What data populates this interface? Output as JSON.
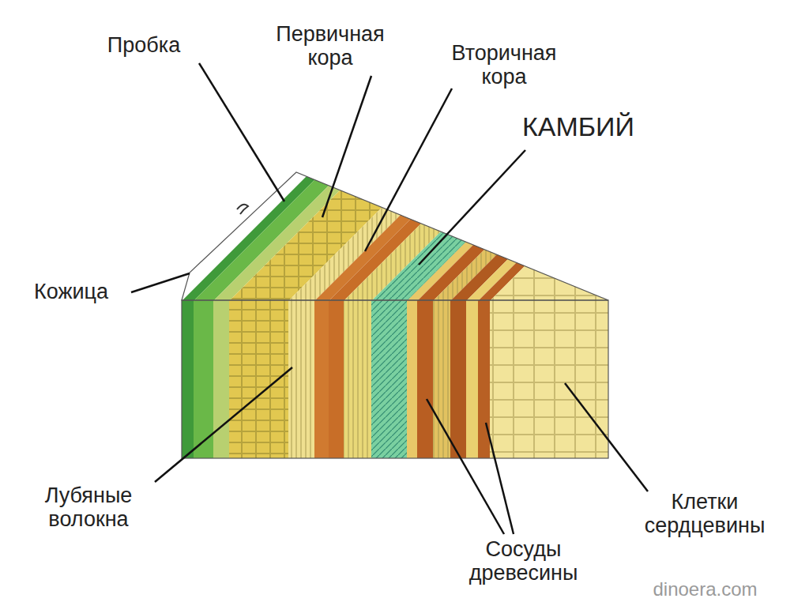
{
  "diagram": {
    "labels": [
      "Пробка",
      "Первичная кора",
      "Вторичная кора",
      "КАМБИЙ",
      "Кожица",
      "Лубяные волокна",
      "Сосуды древесины",
      "Клетки сердцевины",
      "dinoera.com"
    ]
  }
}
